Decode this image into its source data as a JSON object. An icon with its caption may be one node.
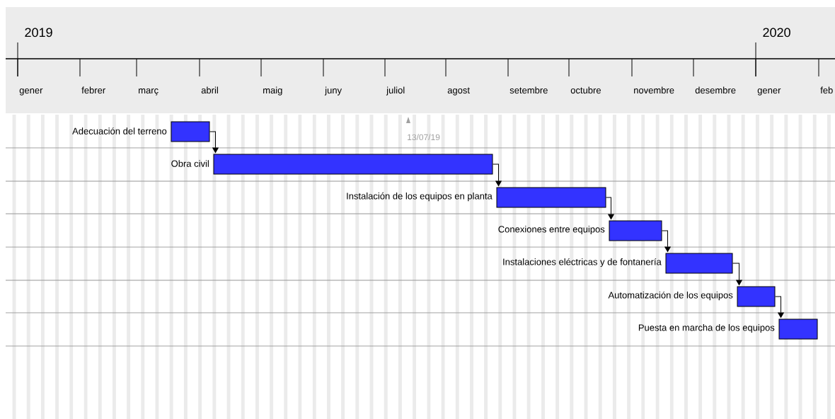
{
  "diagram": {
    "nodes": [
      {
        "text": [],
        "shape": "bar",
        "beside": [
          "Adecuación del terreno"
        ]
      },
      {
        "text": [],
        "shape": "bar",
        "beside": [
          "Obra civil"
        ]
      },
      {
        "text": [],
        "shape": "bar",
        "beside": [
          "Instalación de los equipos en planta"
        ]
      },
      {
        "text": [],
        "shape": "bar",
        "beside": [
          "Conexiones entre equipos"
        ]
      },
      {
        "text": [],
        "shape": "bar",
        "beside": [
          "Instalaciones eléctricas y de fontanería"
        ]
      },
      {
        "text": [],
        "shape": "bar",
        "beside": [
          "Automatización de los equipos"
        ]
      },
      {
        "text": [],
        "shape": "bar",
        "beside": [
          "Puesta en marcha de los equipos"
        ]
      }
    ],
    "edges": [
      {
        "from": 0,
        "to": 1,
        "arrow": "to"
      },
      {
        "from": 1,
        "to": 2,
        "arrow": "to"
      },
      {
        "from": 2,
        "to": 3,
        "arrow": "to"
      },
      {
        "from": 3,
        "to": 4,
        "arrow": "to"
      },
      {
        "from": 4,
        "to": 5,
        "arrow": "to"
      },
      {
        "from": 5,
        "to": 6,
        "arrow": "to"
      }
    ],
    "labels": [
      "2019",
      "2020",
      "gener",
      "febrer",
      "març",
      "abril",
      "maig",
      "juny",
      "juliol",
      "agost",
      "setembre",
      "octubre",
      "novembre",
      "desembre",
      "gener",
      "feb",
      "13/07/19"
    ]
  }
}
